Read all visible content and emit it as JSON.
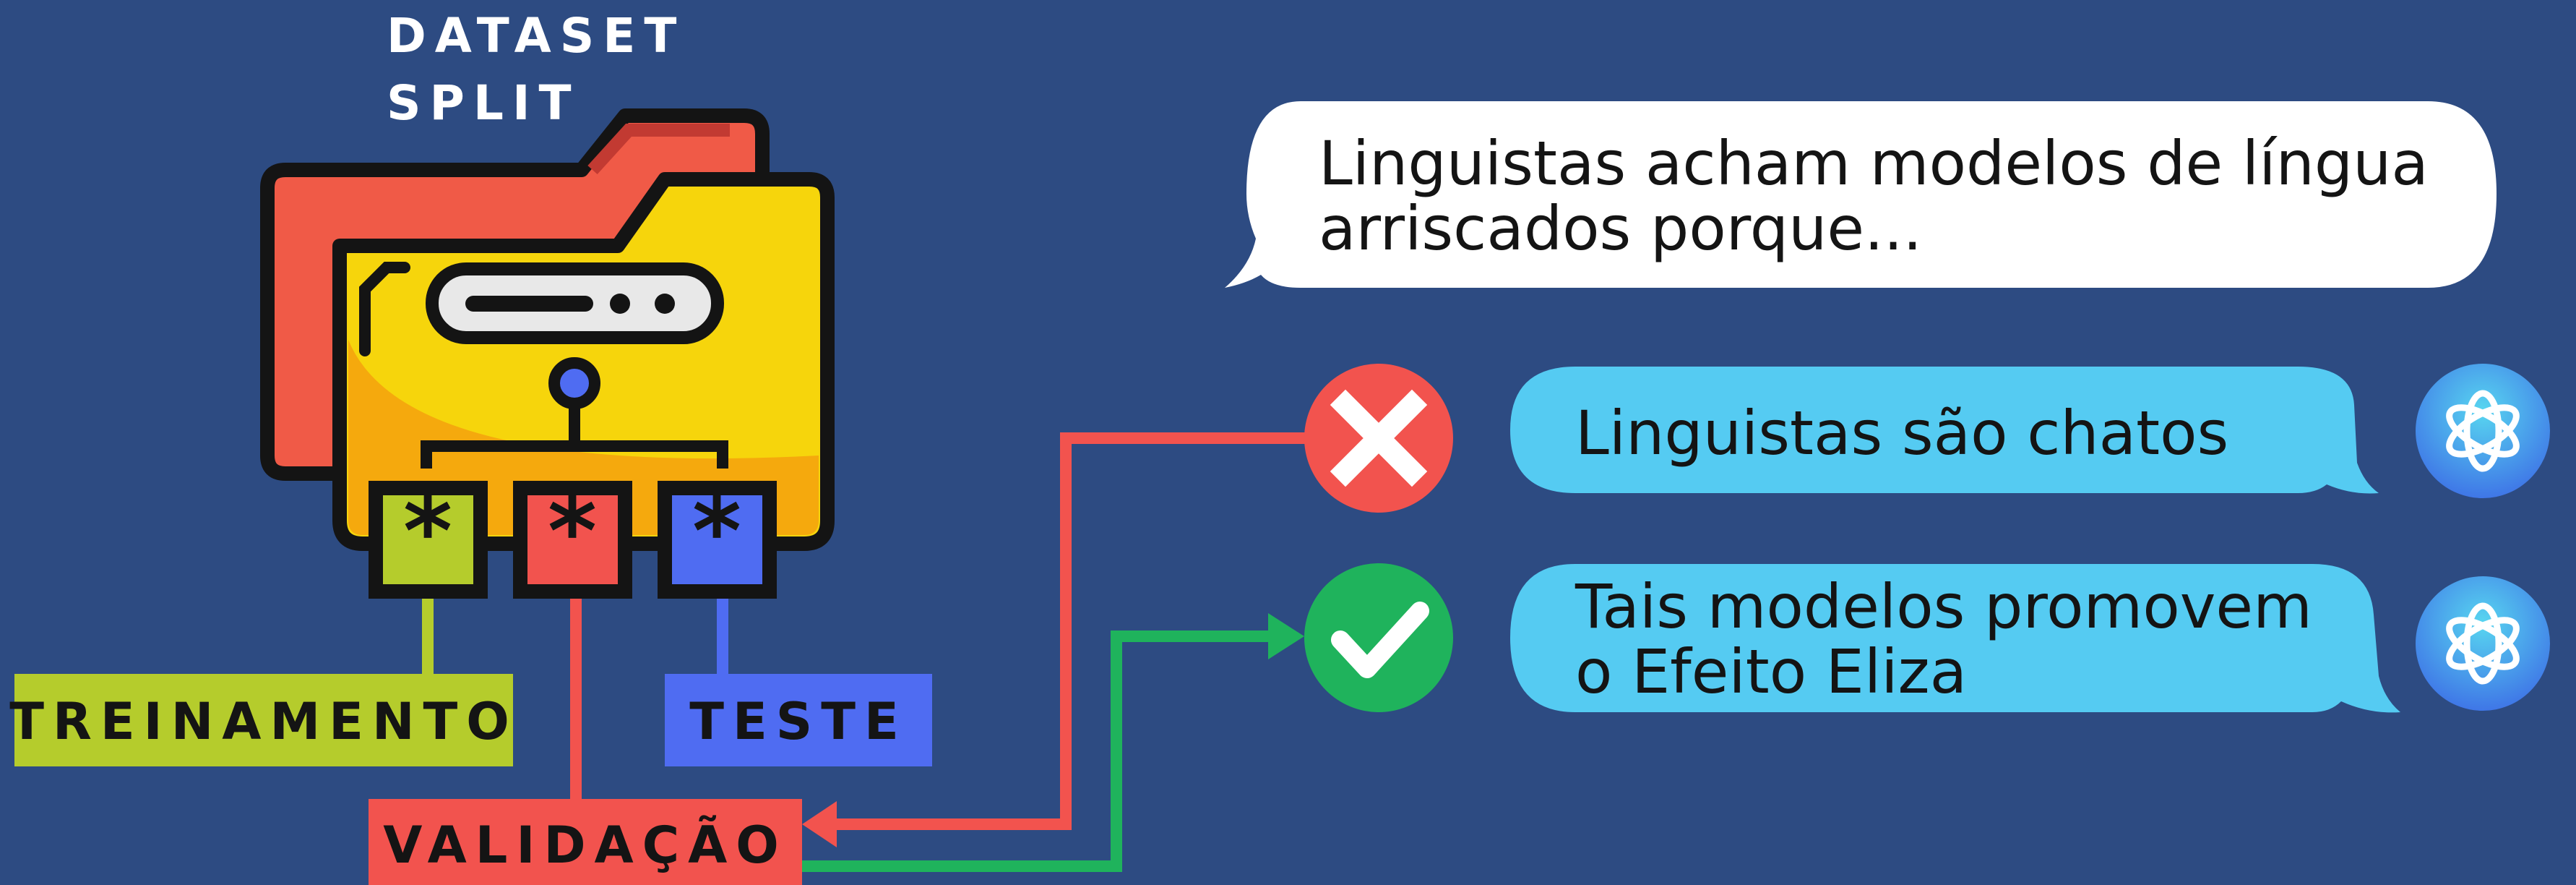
{
  "header": {
    "line1": "DATASET",
    "line2": "SPLIT"
  },
  "splits": {
    "train": "TREINAMENTO",
    "validation": "VALIDAÇÃO",
    "test": "TESTE"
  },
  "question": {
    "line1": "Linguistas acham modelos de língua",
    "line2": "arriscados porque..."
  },
  "answers": [
    {
      "line1": "Linguistas são chatos",
      "line2": "",
      "verdict": "wrong",
      "icon": "openai-logo-icon"
    },
    {
      "line1": "Tais modelos promovem",
      "line2": "o Efeito Eliza",
      "verdict": "correct",
      "icon": "openai-logo-icon"
    }
  ],
  "colors": {
    "background": "#2d4b82",
    "train": "#b5cc2c",
    "validation": "#f2534e",
    "test": "#4f6cf2",
    "correct": "#1fb35c",
    "folder_yellow": "#f6d50c",
    "folder_orange": "#f5a90d",
    "folder_back": "#f05a47",
    "answer_bubble": "#55cbf2",
    "question_bubble": "#ffffff"
  }
}
